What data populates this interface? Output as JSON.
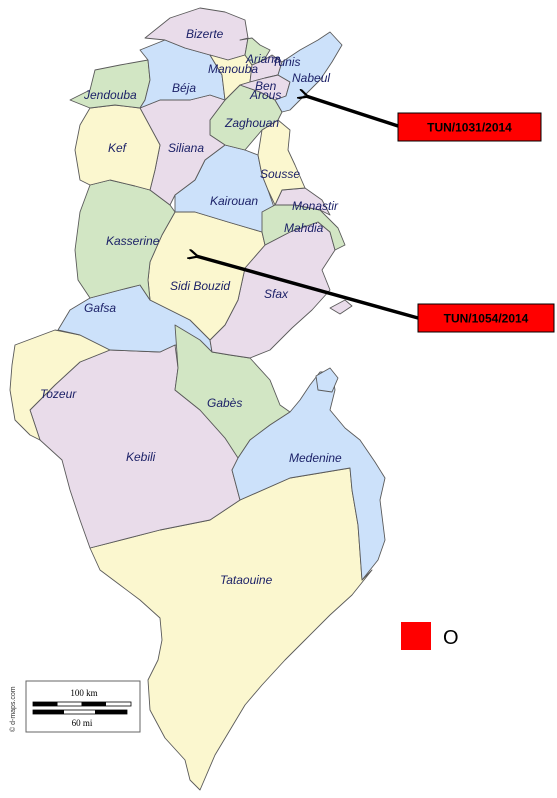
{
  "map": {
    "colors": {
      "yellow": "#fbf7cf",
      "green": "#d2e6c4",
      "blue": "#cce1fa",
      "pink": "#e9dcea",
      "border": "#5a5a5a",
      "label": "#1a1f66",
      "callout": "#ff0000"
    },
    "regions": [
      {
        "name": "Bizerte",
        "color": "pink"
      },
      {
        "name": "Ariana",
        "color": "green"
      },
      {
        "name": "Tunis",
        "color": "pink"
      },
      {
        "name": "Manouba",
        "color": "yellow"
      },
      {
        "name": "Ben Arous",
        "color": "pink"
      },
      {
        "name": "Nabeul",
        "color": "blue"
      },
      {
        "name": "Jendouba",
        "color": "green"
      },
      {
        "name": "Béja",
        "color": "blue"
      },
      {
        "name": "Zaghouan",
        "color": "green"
      },
      {
        "name": "Kef",
        "color": "yellow"
      },
      {
        "name": "Siliana",
        "color": "pink"
      },
      {
        "name": "Sousse",
        "color": "yellow"
      },
      {
        "name": "Kairouan",
        "color": "blue"
      },
      {
        "name": "Monastir",
        "color": "pink"
      },
      {
        "name": "Mahdia",
        "color": "green"
      },
      {
        "name": "Kasserine",
        "color": "green"
      },
      {
        "name": "Sidi Bouzid",
        "color": "yellow"
      },
      {
        "name": "Sfax",
        "color": "pink"
      },
      {
        "name": "Gafsa",
        "color": "blue"
      },
      {
        "name": "Tozeur",
        "color": "yellow"
      },
      {
        "name": "Gabès",
        "color": "green"
      },
      {
        "name": "Kebili",
        "color": "pink"
      },
      {
        "name": "Medenine",
        "color": "blue"
      },
      {
        "name": "Tataouine",
        "color": "yellow"
      }
    ],
    "callouts": [
      {
        "label": "TUN/1031/2014",
        "target": "Nabeul"
      },
      {
        "label": "TUN/1054/2014",
        "target": "Sidi Bouzid"
      }
    ],
    "legend": {
      "label": "O",
      "color": "#ff0000"
    },
    "scale": {
      "km_label": "100 km",
      "mi_label": "60 mi"
    },
    "credit": "© d-maps.com"
  }
}
